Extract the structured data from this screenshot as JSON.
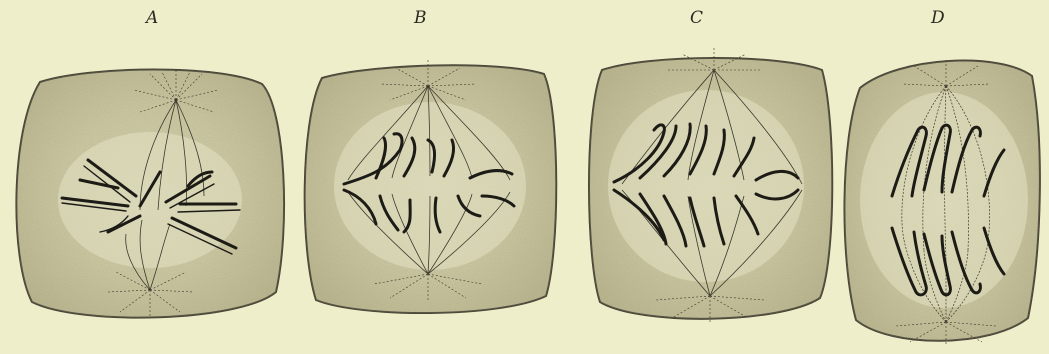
{
  "figure": {
    "panels": [
      {
        "id": "A",
        "label": "A"
      },
      {
        "id": "B",
        "label": "B"
      },
      {
        "id": "C",
        "label": "C"
      },
      {
        "id": "D",
        "label": "D"
      }
    ],
    "colors": {
      "background": "#efeecb",
      "cell_fill": "#cfcca4",
      "cell_shade": "#b8b48c",
      "cell_edge": "#4a4738",
      "ink": "#1c1b16",
      "fiber": "#3a382c"
    }
  }
}
